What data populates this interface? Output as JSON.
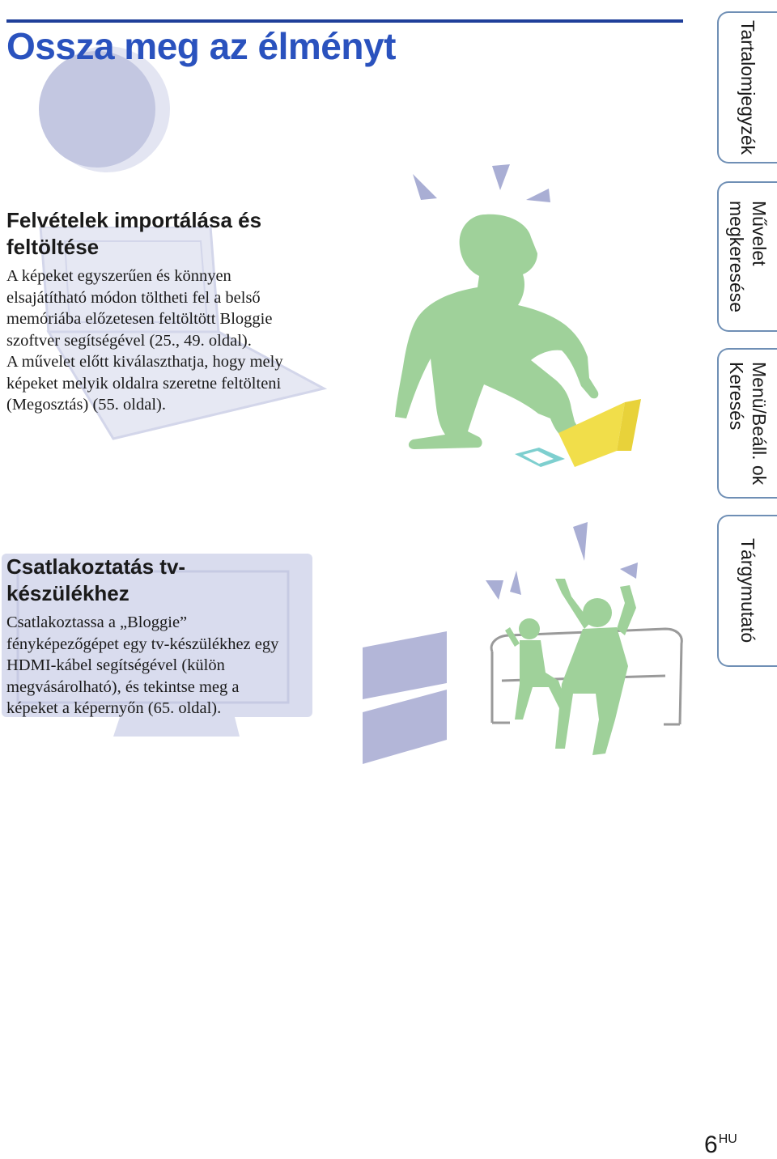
{
  "page": {
    "title": "Ossza meg az élményt",
    "number": "6",
    "language_code": "HU"
  },
  "sections": [
    {
      "heading_lines": [
        "Felvételek importálása és",
        "feltöltése"
      ],
      "body_lines": [
        "A képeket egyszerűen és könnyen",
        "elsajátítható módon töltheti fel a belső",
        "memóriába előzetesen feltöltött Bloggie",
        "szoftver segítségével (25., 49. oldal).",
        "A művelet előtt kiválaszthatja, hogy mely",
        "képeket melyik oldalra szeretne feltölteni",
        "(Megosztás) (55. oldal)."
      ]
    },
    {
      "heading_lines": [
        "Csatlakoztatás tv-",
        "készülékhez"
      ],
      "body_lines": [
        "Csatlakoztassa a „Bloggie”",
        "fényképezőgépet egy tv-készülékhez egy",
        "HDMI-kábel segítségével (külön",
        "megvásárolható), és tekintse meg a",
        "képeket a képernyőn (65. oldal)."
      ]
    }
  ],
  "side_tabs": [
    {
      "lines": [
        "Tartalomjegyzék"
      ]
    },
    {
      "lines": [
        "Művelet",
        "megkeresése"
      ]
    },
    {
      "lines": [
        "Menü/Beáll. ok",
        "Keresés"
      ]
    },
    {
      "lines": [
        "Tárgymutató"
      ]
    }
  ],
  "colors": {
    "title_blue": "#2a52be",
    "rule_blue": "#1f3f9a",
    "figure_green": "#9fd19a",
    "laptop_yellow": "#f1de4a",
    "accent_lavender": "#a9aed4",
    "deco_lavender": "#d9dcee",
    "tab_border": "#6f8fb5"
  }
}
